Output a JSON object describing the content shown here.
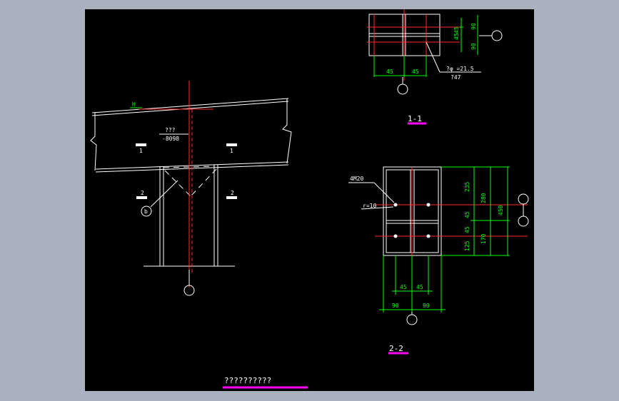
{
  "colors": {
    "frame_bg": "#a9b0be",
    "canvas_bg": "#000000",
    "line": "#ffffff",
    "dimension": "#00ff00",
    "center_line": "#ff2a2a",
    "title_underline": "#ff00ff"
  },
  "elevation": {
    "level_mark": "???",
    "level_value": "-8098",
    "section_1_tag": "1",
    "section_2_tag": "2",
    "detail_callout": "b",
    "small_mark": "H"
  },
  "section_1_1": {
    "title": "1-1",
    "dims_right": [
      "45",
      "45",
      "90",
      "90"
    ],
    "dims_bottom": [
      "45",
      "45"
    ],
    "bolt_note": "?φ =21.5",
    "bolt_note_sub": "?47"
  },
  "section_2_2": {
    "title": "2-2",
    "bolt_label": "4M20",
    "radius_label": "r=10",
    "dims_right_inner": [
      "235",
      "45",
      "45",
      "125"
    ],
    "dims_right_mid": [
      "280",
      "170"
    ],
    "dims_right_outer": "450",
    "dims_bottom_inner": [
      "45",
      "45"
    ],
    "dims_bottom_outer": [
      "90",
      "90"
    ]
  },
  "drawing_title": "??????????"
}
